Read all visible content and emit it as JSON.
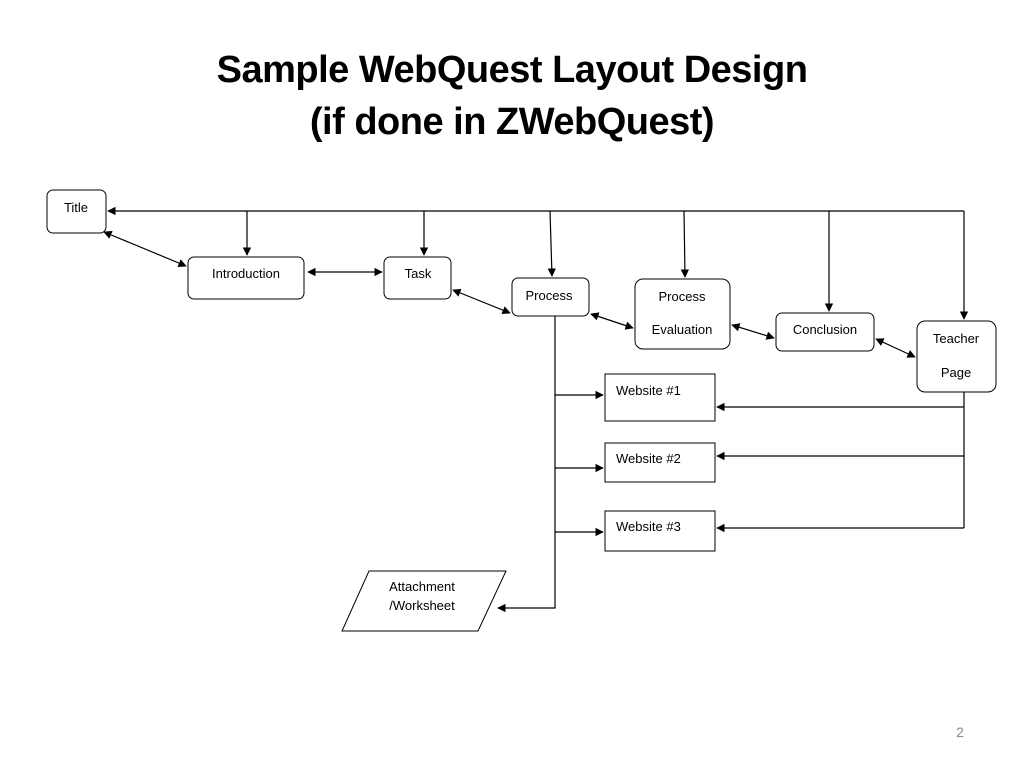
{
  "slide": {
    "title_line1": "Sample WebQuest Layout Design",
    "title_line2": "(if done in ZWebQuest)",
    "page_number": "2"
  },
  "nodes": {
    "title": "Title",
    "introduction": "Introduction",
    "task": "Task",
    "process": "Process",
    "process_evaluation_line1": "Process",
    "process_evaluation_line2": "Evaluation",
    "conclusion": "Conclusion",
    "teacher_page_line1": "Teacher",
    "teacher_page_line2": "Page",
    "website1": "Website #1",
    "website2": "Website #2",
    "website3": "Website #3",
    "attachment_line1": "Attachment",
    "attachment_line2": "/Worksheet"
  }
}
